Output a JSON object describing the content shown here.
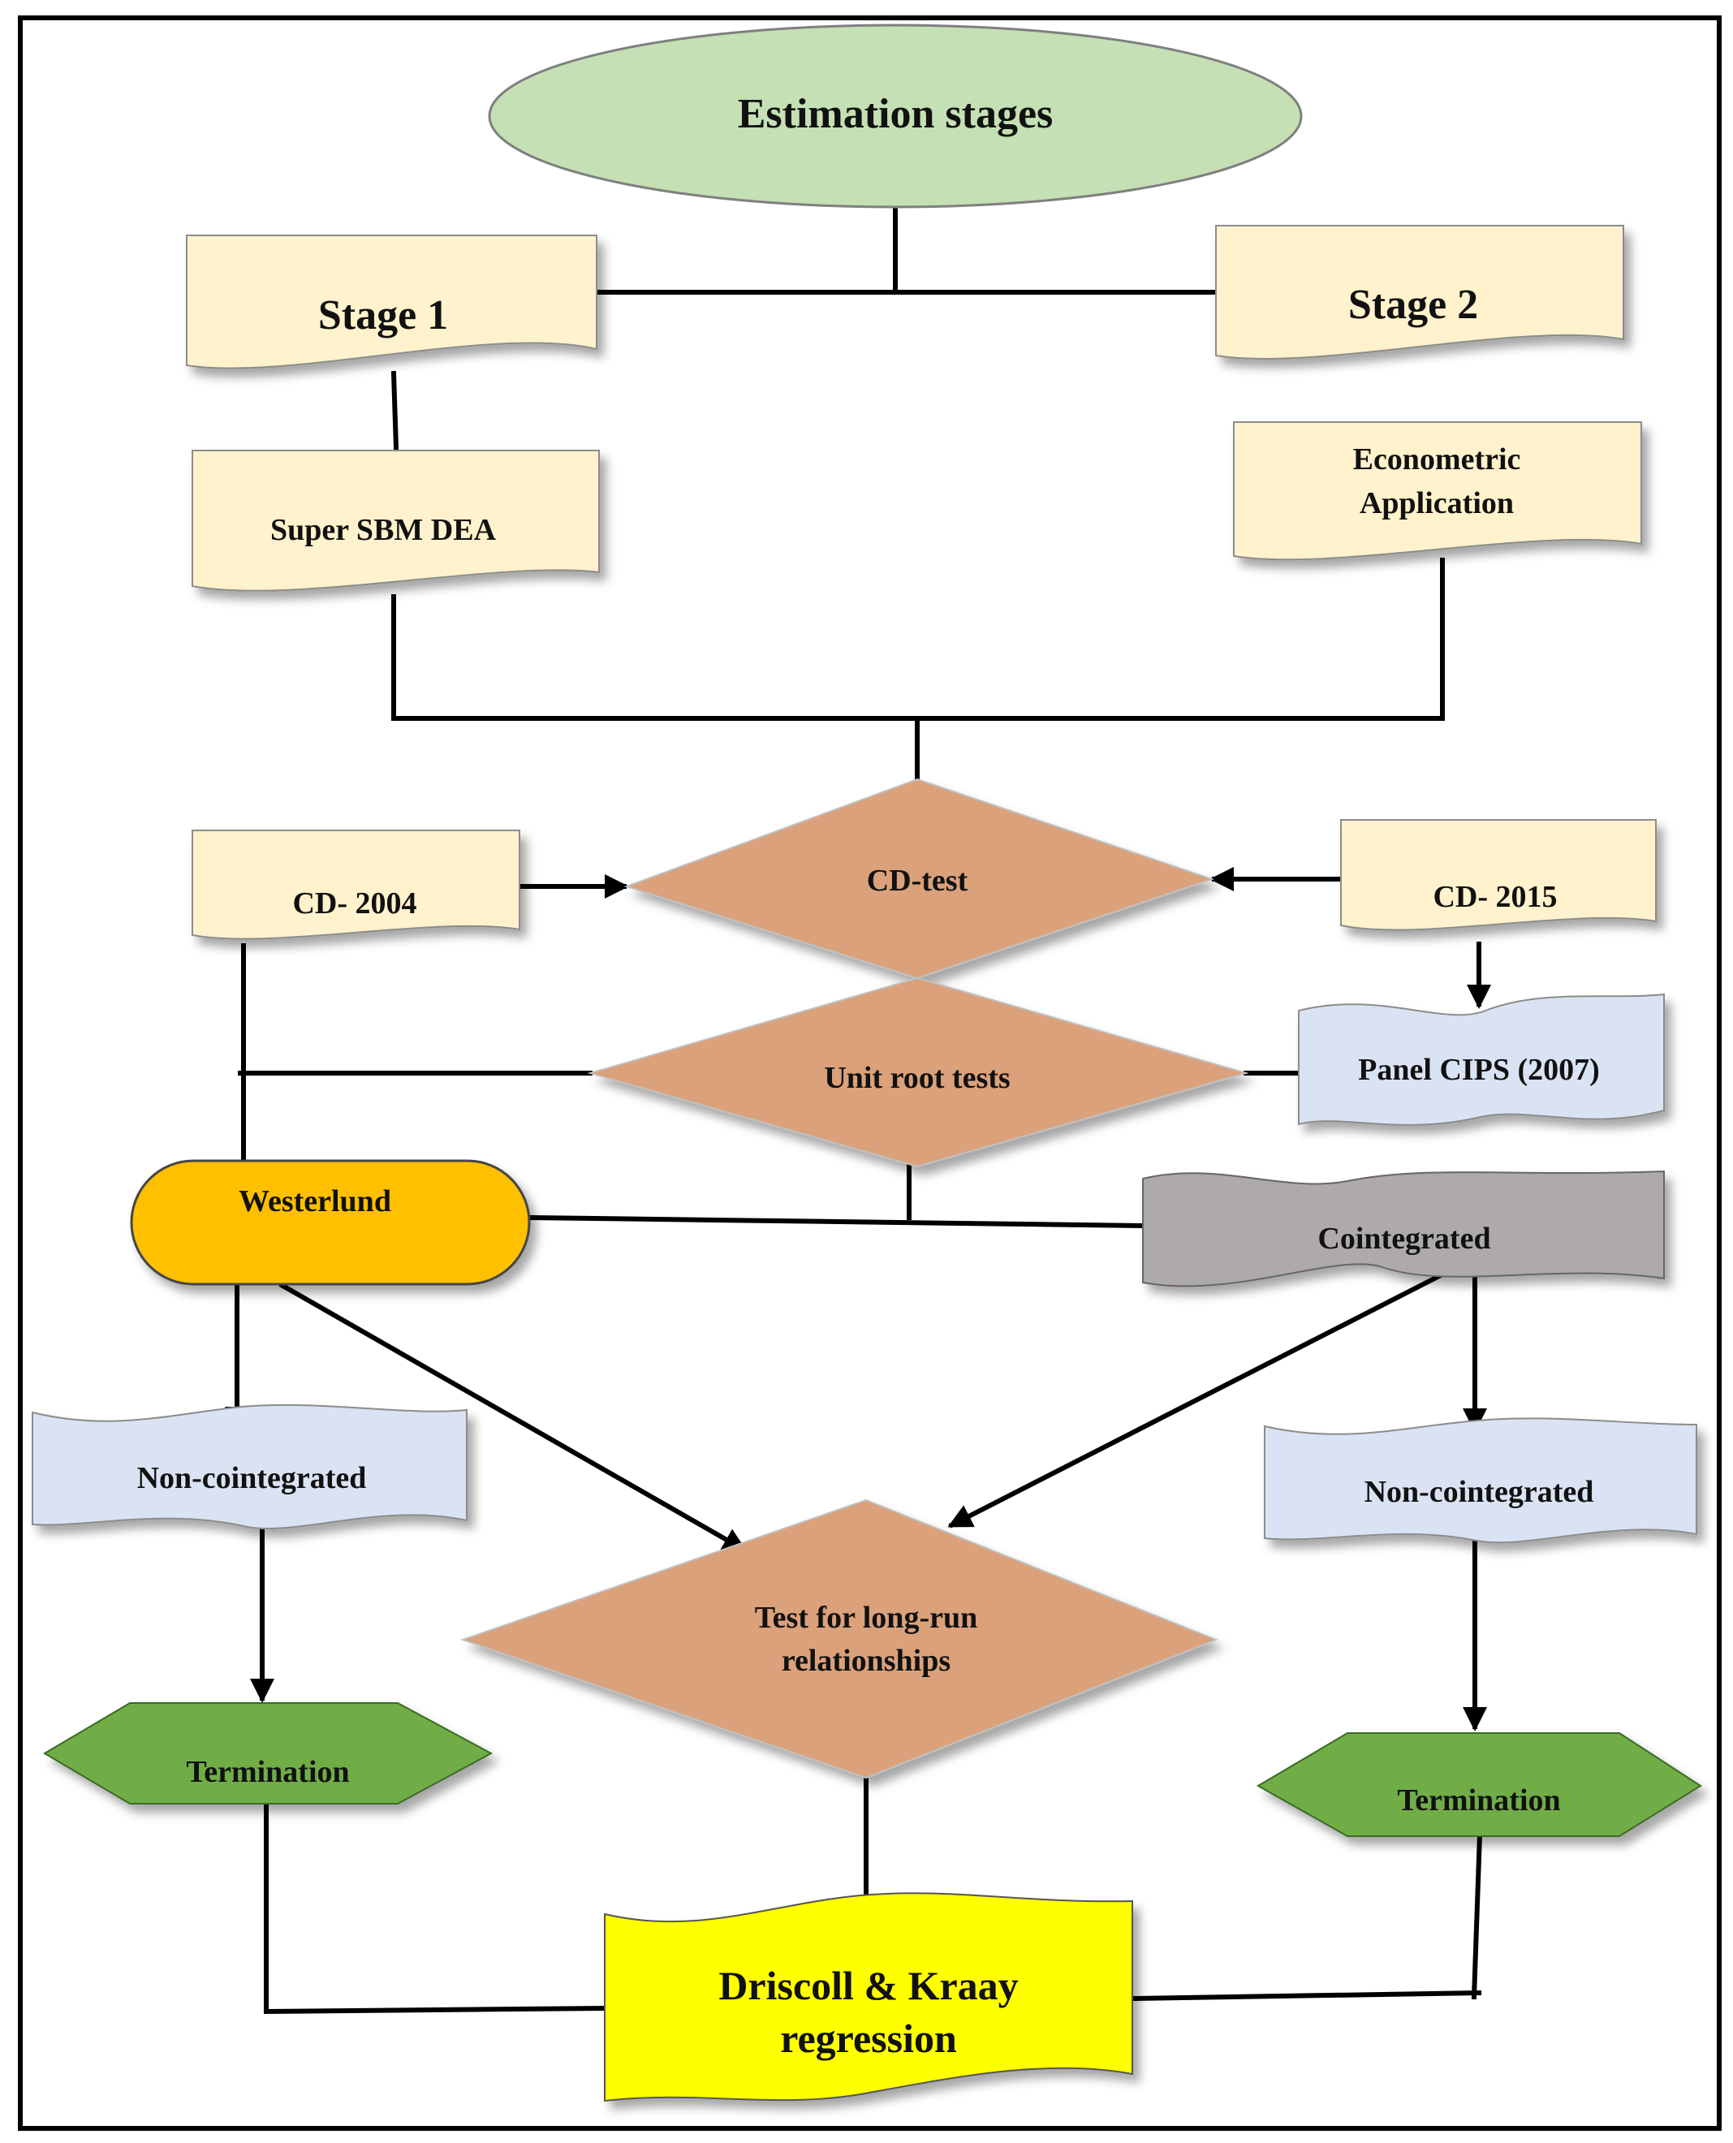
{
  "nodes": {
    "title": "Estimation stages",
    "stage1": "Stage 1",
    "stage2": "Stage 2",
    "super_sbm": "Super SBM DEA",
    "econometric_l1": "Econometric",
    "econometric_l2": "Application",
    "cd_test": "CD-test",
    "cd_2004": "CD- 2004",
    "cd_2015": "CD- 2015",
    "unit_root": "Unit root tests",
    "panel_cips": "Panel CIPS (2007)",
    "westerlund": "Westerlund",
    "cointegrated": "Cointegrated",
    "noncoint_left": "Non-cointegrated",
    "noncoint_right": "Non-cointegrated",
    "longrun_l1": "Test for long-run",
    "longrun_l2": "relationships",
    "termination_left": "Termination",
    "termination_right": "Termination",
    "dk_l1": "Driscoll & Kraay",
    "dk_l2": "regression"
  },
  "colors": {
    "ellipse": "#c5e0b4",
    "doc_cream": "#fff2cc",
    "doc_blue": "#dae3f3",
    "diamond": "#dba17a",
    "terminal_orange": "#ffc000",
    "gray": "#aeaaaa",
    "hexagon": "#70ad47",
    "yellow": "#ffff00"
  }
}
